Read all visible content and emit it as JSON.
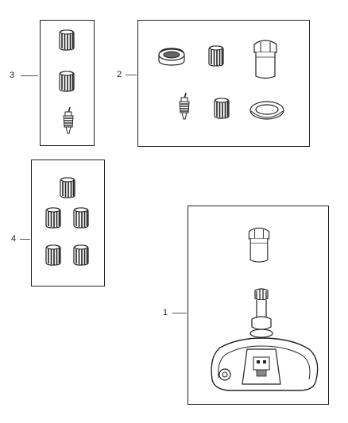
{
  "callouts": [
    {
      "id": "1",
      "label": "1"
    },
    {
      "id": "2",
      "label": "2"
    },
    {
      "id": "3",
      "label": "3"
    },
    {
      "id": "4",
      "label": "4"
    }
  ],
  "parts": {
    "box3": [
      "valve-cap",
      "valve-cap",
      "valve-core"
    ],
    "box2": [
      "grommet",
      "valve-cap",
      "hex-nut",
      "valve-core",
      "valve-cap",
      "seal-washer"
    ],
    "box4": [
      "valve-cap",
      "valve-cap",
      "valve-cap",
      "valve-cap",
      "valve-cap"
    ],
    "box1": [
      "hex-nut",
      "tpms-sensor"
    ]
  }
}
